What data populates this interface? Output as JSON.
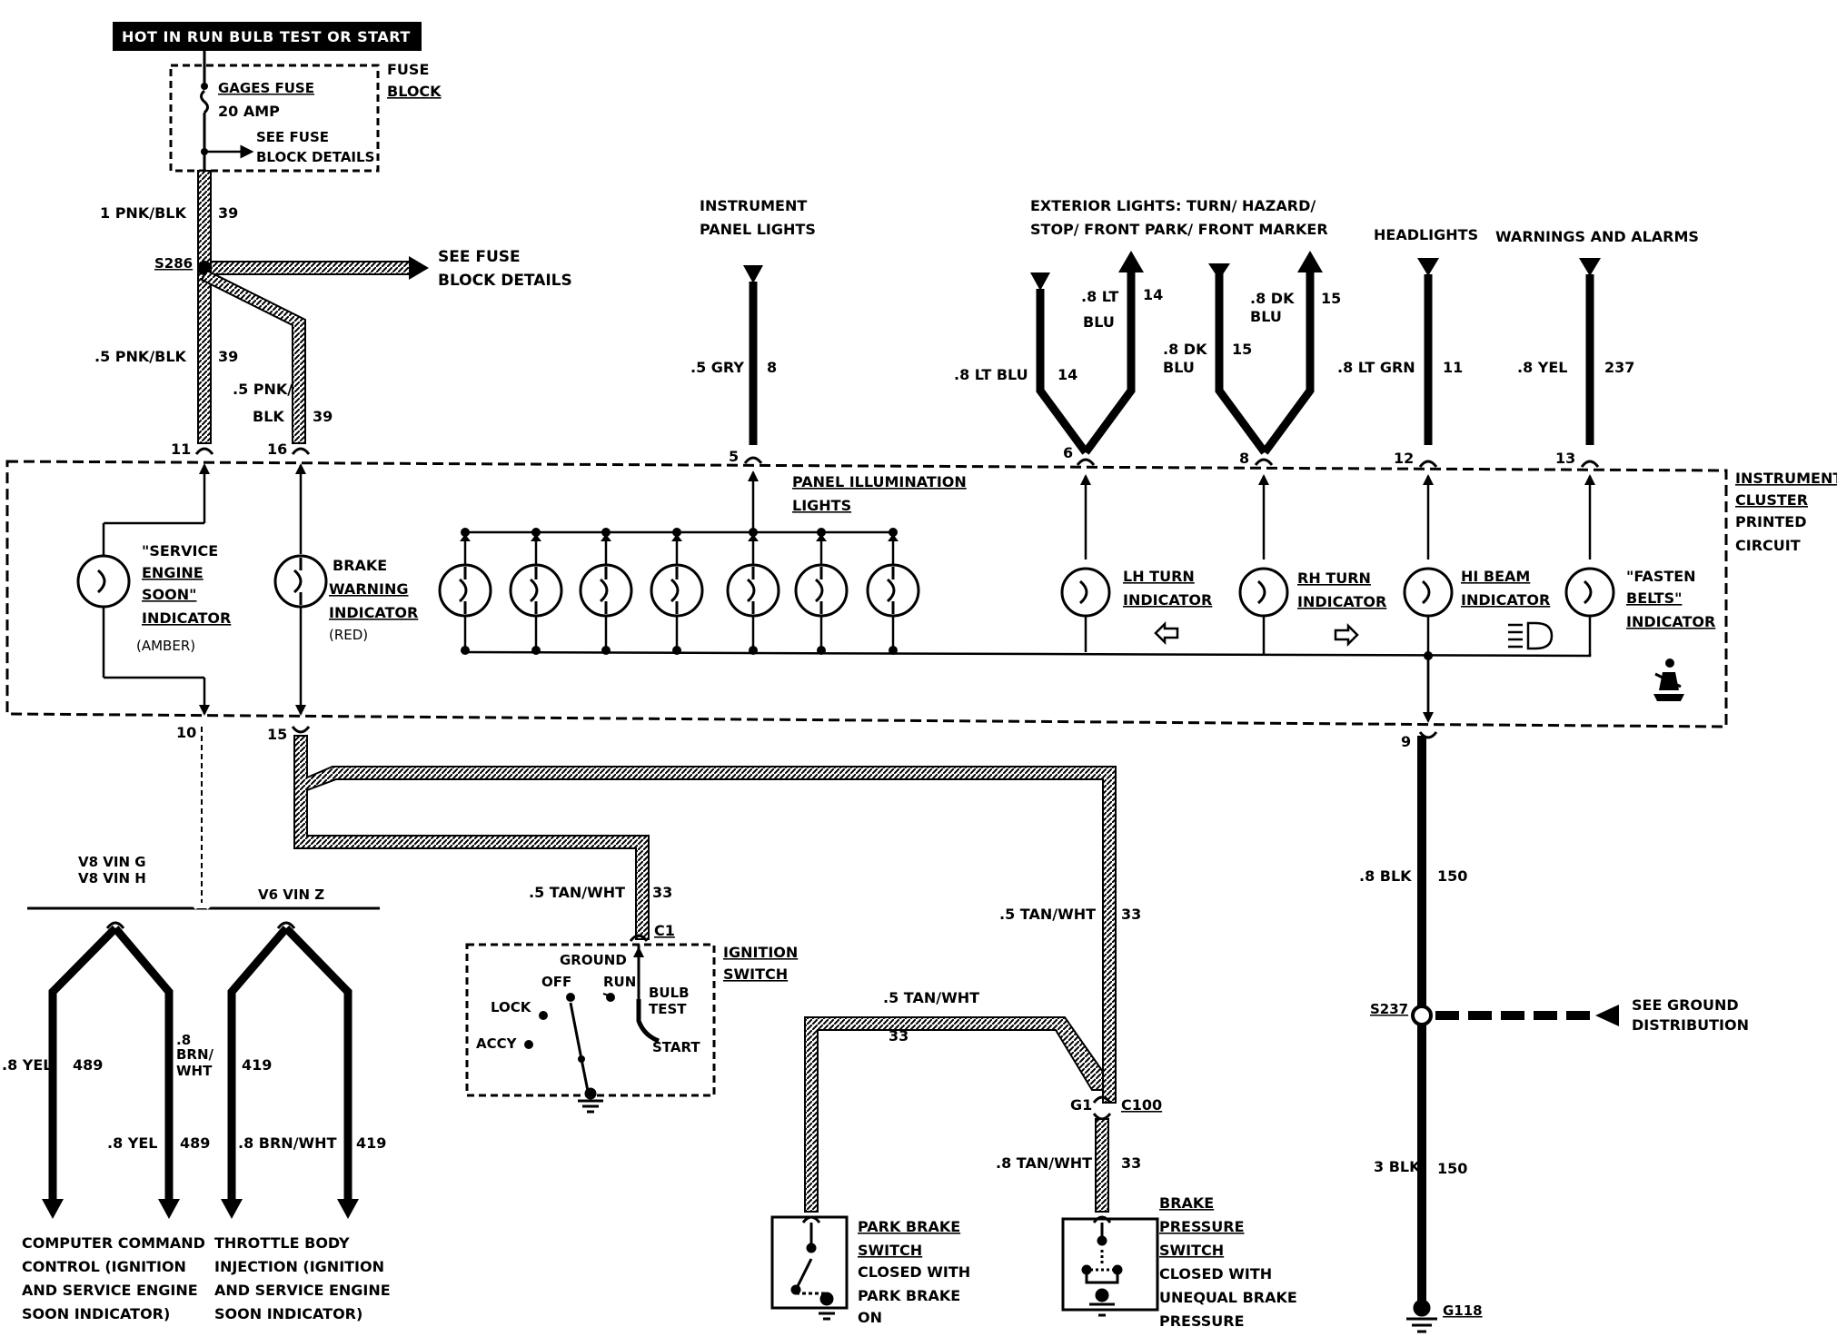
{
  "header": {
    "title": "HOT IN RUN BULB TEST OR START"
  },
  "fuse": {
    "name": "GAGES FUSE",
    "rating": "20 AMP",
    "ref_line1": "SEE FUSE",
    "ref_line2": "BLOCK DETAILS",
    "block_line1": "FUSE",
    "block_line2": "BLOCK"
  },
  "splices": {
    "s286": "S286",
    "s286_ref_line1": "SEE FUSE",
    "s286_ref_line2": "BLOCK DETAILS",
    "s237": "S237",
    "s237_ref_line1": "SEE GROUND",
    "s237_ref_line2": "DISTRIBUTION",
    "g118": "G118"
  },
  "wires": {
    "w1_color": "1 PNK/BLK",
    "w1_circuit": "39",
    "w2_color": ".5 PNK/BLK",
    "w2_circuit": "39",
    "w3_color_line1": ".5 PNK/",
    "w3_color_line2": "BLK",
    "w3_circuit": "39",
    "w_gry_color": ".5 GRY",
    "w_gry_circuit": "8",
    "w_ltblu_in_color": ".8 LT BLU",
    "w_ltblu_in_circuit": "14",
    "w_ltblu_out_line1": ".8 LT",
    "w_ltblu_out_line2": "BLU",
    "w_ltblu_out_circuit": "14",
    "w_dkblu_in_line1": ".8 DK",
    "w_dkblu_in_line2": "BLU",
    "w_dkblu_in_circuit": "15",
    "w_dkblu_out_line1": ".8 DK",
    "w_dkblu_out_line2": "BLU",
    "w_dkblu_out_circuit": "15",
    "w_ltgrn_color": ".8 LT GRN",
    "w_ltgrn_circuit": "11",
    "w_yel_color": ".8 YEL",
    "w_yel_circuit": "237",
    "w_blk8_color": ".8 BLK",
    "w_blk8_circuit": "150",
    "w_blk3_color": "3 BLK",
    "w_blk3_circuit": "150",
    "w_tan_sw_color": ".5 TAN/WHT",
    "w_tan_sw_circuit": "33",
    "w_tan_right_color": ".5 TAN/WHT",
    "w_tan_right_circuit": "33",
    "w_tan_park_color": ".5 TAN/WHT",
    "w_tan_park_circuit": "33",
    "w_tan_bottom_color": ".8 TAN/WHT",
    "w_tan_bottom_circuit": "33",
    "w_yel_left_color": ".8 YEL",
    "w_yel_left_circuit": "489",
    "w_brn_top_line1": ".8",
    "w_brn_top_line2": "BRN/",
    "w_brn_top_line3": "WHT",
    "w_brn_top_circuit": "419",
    "w_yel_mid_color": ".8 YEL",
    "w_yel_mid_circuit": "489",
    "w_brn_mid_color": ".8 BRN/WHT",
    "w_brn_mid_circuit": "419"
  },
  "pins": {
    "p11": "11",
    "p16": "16",
    "p5": "5",
    "p6": "6",
    "p8": "8",
    "p12": "12",
    "p13": "13",
    "p10": "10",
    "p15": "15",
    "p9": "9"
  },
  "destinations": {
    "instrument_line1": "INSTRUMENT",
    "instrument_line2": "PANEL LIGHTS",
    "exterior_line1": "EXTERIOR LIGHTS: TURN/ HAZARD/",
    "exterior_line2": "STOP/ FRONT PARK/ FRONT MARKER",
    "headlights": "HEADLIGHTS",
    "warnings": "WARNINGS AND ALARMS"
  },
  "cluster": {
    "label_line1": "INSTRUMENT",
    "label_line2": "CLUSTER",
    "label_line3": "PRINTED",
    "label_line4": "CIRCUIT",
    "panel_illum_line1": "PANEL ILLUMINATION",
    "panel_illum_line2": "LIGHTS"
  },
  "indicators": {
    "ses_line1": "\"SERVICE",
    "ses_line2": "ENGINE",
    "ses_line3": "SOON\"",
    "ses_line4": "INDICATOR",
    "ses_color": "(AMBER)",
    "brake_line1": "BRAKE",
    "brake_line2": "WARNING",
    "brake_line3": "INDICATOR",
    "brake_color": "(RED)",
    "lh_line1": "LH TURN",
    "lh_line2": "INDICATOR",
    "rh_line1": "RH TURN",
    "rh_line2": "INDICATOR",
    "hi_line1": "HI BEAM",
    "hi_line2": "INDICATOR",
    "fb_line1": "\"FASTEN",
    "fb_line2": "BELTS\"",
    "fb_line3": "INDICATOR"
  },
  "ignition": {
    "connector": "C1",
    "ground": "GROUND",
    "off": "OFF",
    "run": "RUN",
    "lock": "LOCK",
    "accy": "ACCY",
    "bulb_line1": "BULB",
    "bulb_line2": "TEST",
    "start": "START",
    "title_line1": "IGNITION",
    "title_line2": "SWITCH"
  },
  "connectors": {
    "g1": "G1",
    "c100": "C100"
  },
  "variants": {
    "v8_line1": "V8 VIN G",
    "v8_line2": "V8 VIN H",
    "v6": "V6 VIN Z"
  },
  "bottom_labels": {
    "ccc_line1": "COMPUTER COMMAND",
    "ccc_line2": "CONTROL (IGNITION",
    "ccc_line3": "AND SERVICE ENGINE",
    "ccc_line4": "SOON INDICATOR)",
    "tbi_line1": "THROTTLE BODY",
    "tbi_line2": "INJECTION (IGNITION",
    "tbi_line3": "AND SERVICE ENGINE",
    "tbi_line4": "SOON INDICATOR)"
  },
  "switches": {
    "park_line1": "PARK BRAKE",
    "park_line2": "SWITCH",
    "park_line3": "CLOSED WITH",
    "park_line4": "PARK BRAKE",
    "park_line5": "ON",
    "press_line1": "BRAKE",
    "press_line2": "PRESSURE",
    "press_line3": "SWITCH",
    "press_line4": "CLOSED WITH",
    "press_line5": "UNEQUAL BRAKE",
    "press_line6": "PRESSURE"
  }
}
